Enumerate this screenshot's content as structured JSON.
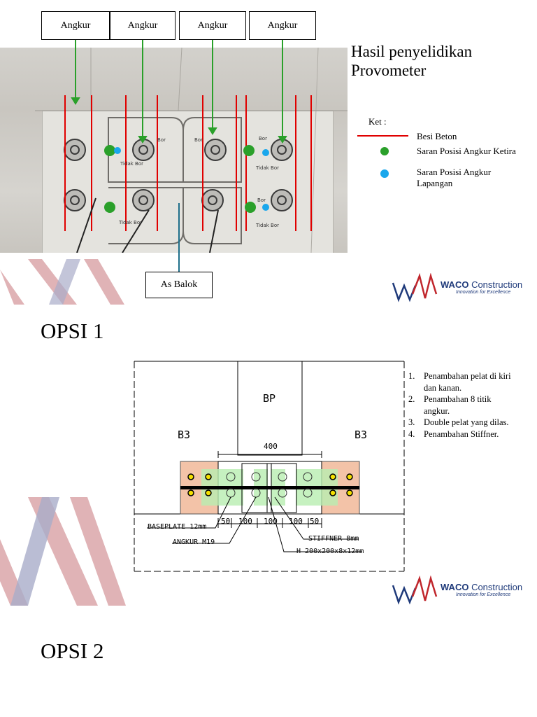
{
  "slide1": {
    "title": "Hasil penyelidikan Provometer",
    "title_line1": "Hasil penyelidikan",
    "title_line2": "Provometer",
    "callouts": [
      "Angkur",
      "Angkur",
      "Angkur",
      "Angkur"
    ],
    "bottom_callout": "As Balok",
    "legend": {
      "title": "Ket :",
      "items": [
        {
          "label": "Besi Beton",
          "symbol": "red-line",
          "color": "#e00000"
        },
        {
          "label": "Saran Posisi Angkur Ketira",
          "symbol": "green-dot",
          "color": "#2aa02a"
        },
        {
          "label": "Saran Posisi Angkur Lapangan",
          "line1": "Saran Posisi Angkur",
          "line2": "Lapangan",
          "symbol": "blue-dot",
          "color": "#1aa7ec"
        }
      ]
    },
    "handwritten_labels": [
      "Tidak Bor",
      "Tidak Bor",
      "Tidak Bor",
      "Tidak Bor",
      "Bor",
      "Bor",
      "Bor",
      "Bor"
    ]
  },
  "opsi1": {
    "label": "OPSI 1",
    "drawing": {
      "column_label": "BP",
      "left_beam": "B3",
      "right_beam": "B3",
      "width_dim": "400",
      "dims": [
        "50",
        "100",
        "100",
        "100",
        "50"
      ],
      "labels": {
        "baseplate": "BASEPLATE 12mm",
        "angkur": "ANGKUR M19",
        "stiffner": "STIFFNER 8mm",
        "h_section": "H 200x200x8x12mm"
      }
    },
    "notes": [
      {
        "num": "1.",
        "text": "Penambahan pelat di kiri dan kanan.",
        "line1": "Penambahan pelat di kiri",
        "line2": "dan kanan."
      },
      {
        "num": "2.",
        "text": "Penambahan 8 titik angkur.",
        "line1": "Penambahan 8 titik",
        "line2": "angkur."
      },
      {
        "num": "3.",
        "text": "Double pelat yang dilas."
      },
      {
        "num": "4.",
        "text": "Penambahan Stiffner."
      }
    ]
  },
  "opsi2": {
    "label": "OPSI 2"
  },
  "brand": {
    "name_bold": "WACO",
    "name_rest": " Construction",
    "tagline": "Innovation for Excellence",
    "colors": {
      "navy": "#1f3a7a",
      "red": "#c0262c"
    }
  },
  "colors": {
    "green_arrow": "#2aa02a",
    "teal_line": "#1f6f8a",
    "plate_fill": "#f3c3a8",
    "anchor_fill": "#b8eeb0",
    "ghost_red": "#d8a0a4",
    "ghost_blue": "#a9acc9"
  }
}
